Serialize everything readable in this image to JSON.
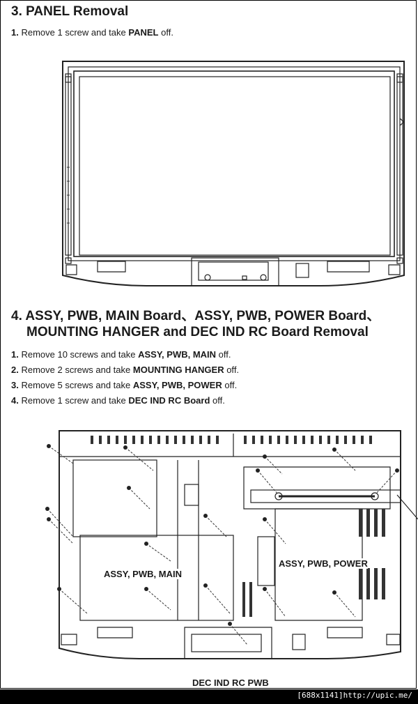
{
  "section3": {
    "title": "3. PANEL Removal",
    "steps": [
      {
        "num": "1.",
        "pre": " Remove 1 screw and take ",
        "bold": "PANEL",
        "post": " off."
      }
    ]
  },
  "section4": {
    "title_line1": "4. ASSY, PWB, MAIN Board、ASSY, PWB, POWER Board、",
    "title_line2": "MOUNTING HANGER and DEC IND RC Board Removal",
    "steps": [
      {
        "num": "1.",
        "pre": " Remove 10 screws and take ",
        "bold": "ASSY, PWB, MAIN",
        "post": " off."
      },
      {
        "num": "2.",
        "pre": " Remove 2 screws and take ",
        "bold": "MOUNTING HANGER",
        "post": " off."
      },
      {
        "num": "3.",
        "pre": " Remove 5 screws and take ",
        "bold": "ASSY, PWB, POWER",
        "post": " off."
      },
      {
        "num": "4.",
        "pre": " Remove 1 screw and take ",
        "bold": "DEC IND RC Board",
        "post": " off."
      }
    ]
  },
  "figure2": {
    "label_main": "ASSY, PWB, MAIN",
    "label_power": "ASSY, PWB, POWER",
    "label_dec": "DEC IND RC PWB"
  },
  "watermark": "[688x1141]http://upic.me/"
}
